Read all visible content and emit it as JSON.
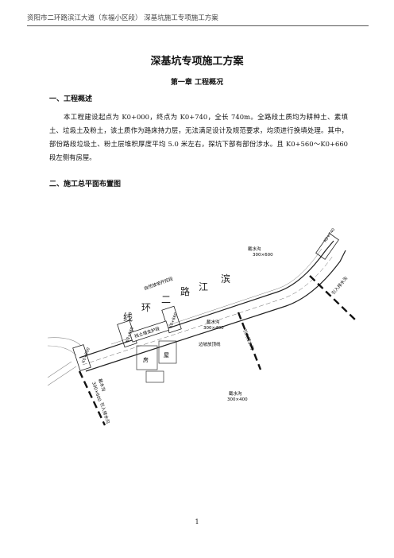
{
  "header": {
    "text": "资阳市二环路滨江大道（东福小区段）  深基坑施工专项施工方案"
  },
  "document": {
    "title": "深基坑专项施工方案",
    "chapter": "第一章 工程概况",
    "section1": "一、工程概述",
    "paragraph": "本工程建设起点为 K0+000，终点为 K0+740，全长 740m。全路段土质均为耕种土、素填土、垃圾土及粉土，该土质作为路床持力层，无法满足设计及规范要求，均须进行换填处理。其中，部份路段垃圾土、粉土层堆积厚度平均 5.0 米左右，探坑下部有部份涉水。且 K0+560～K0+660 段左侧有房屋。",
    "section2": "二、施工总平面布置图"
  },
  "plan": {
    "road_name_chars": [
      "滨",
      "江",
      "路",
      "二",
      "环",
      "线"
    ],
    "labels": {
      "gutter_top": "截水沟",
      "gutter_top_size": "300×600",
      "gutter_mid": "截水沟",
      "gutter_mid_size": "300×400",
      "gutter_low": "截水沟",
      "gutter_low_size": "300×400",
      "gutter_left": "截水沟",
      "gutter_left_size": "300×600",
      "slope_protection": "自然放坡开挖段",
      "retaining_wall": "挡土墙支护段",
      "excavation_line": "边坡放顶线",
      "house": "房",
      "house2": "屋",
      "k_start": "K0+000",
      "k_560": "K0+560",
      "k_660": "K0+660",
      "k_740": "K0+740",
      "drain_left": "引入排水沟",
      "drain_mid": "引入排水沟",
      "drain_right": "引入排水沟"
    }
  },
  "footer": {
    "page_number": "1"
  }
}
